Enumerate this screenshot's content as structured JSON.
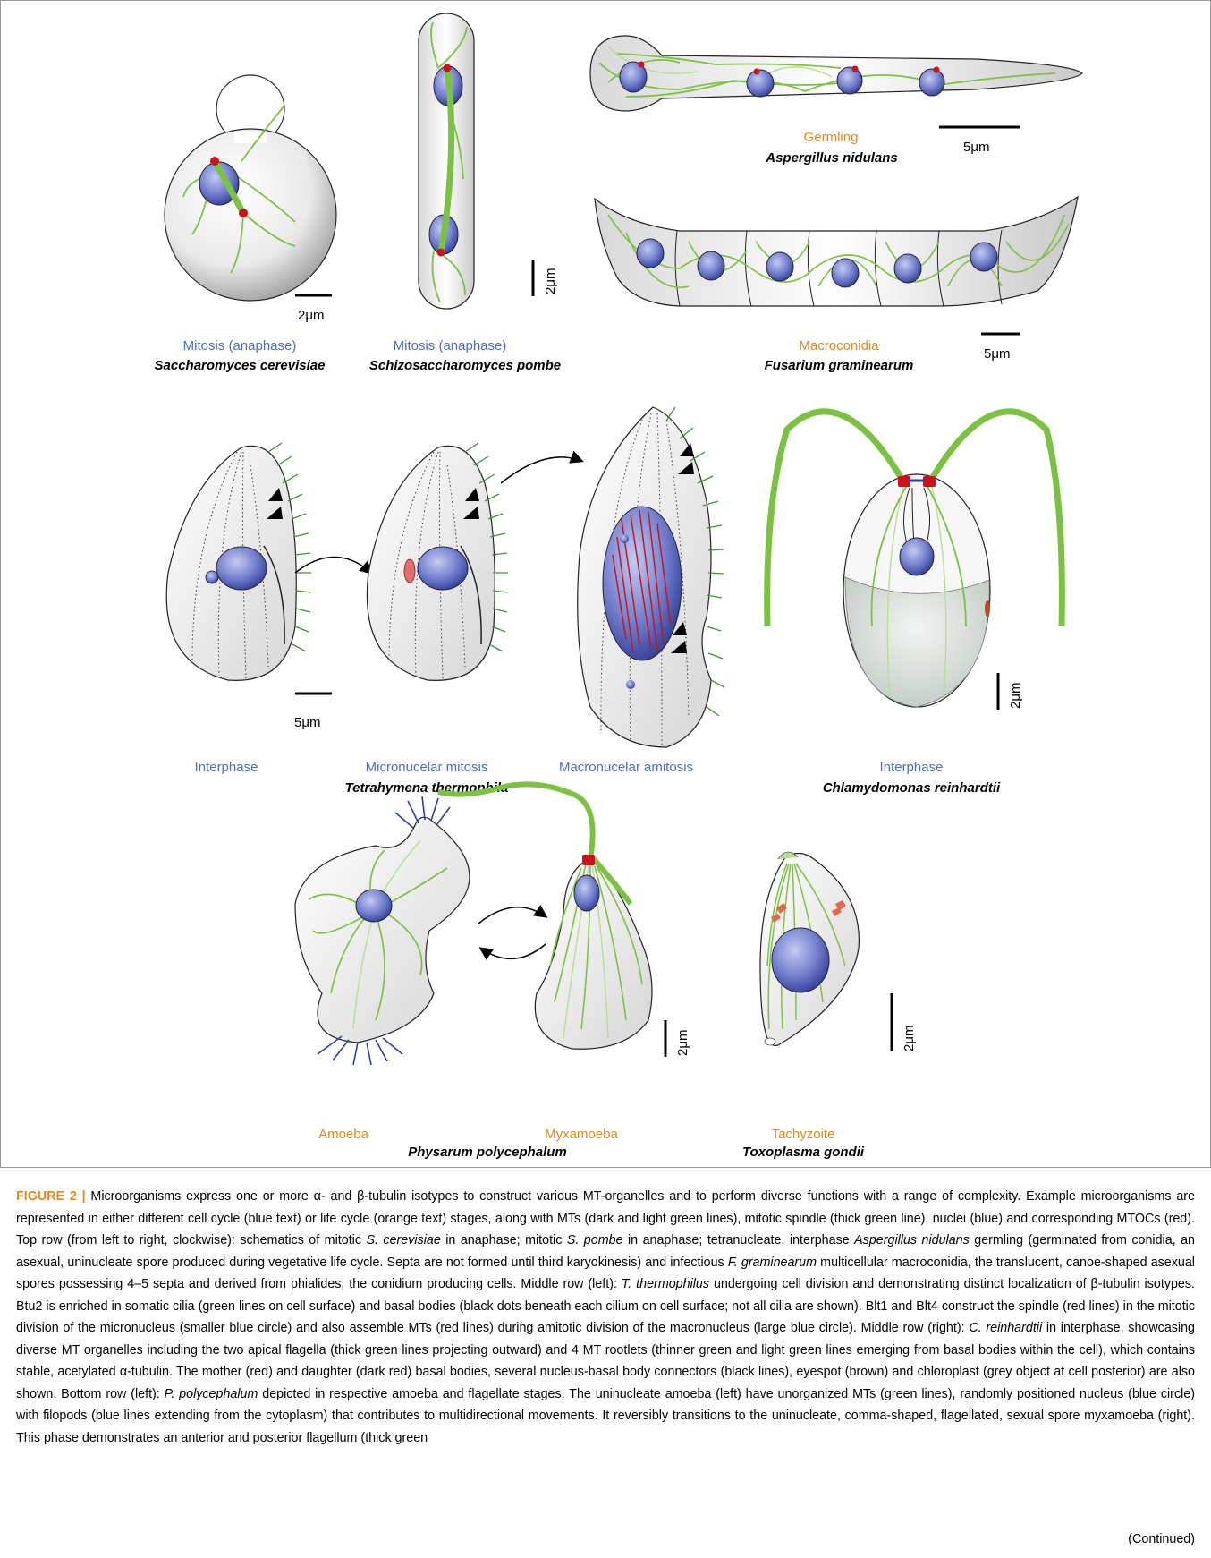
{
  "labels": {
    "cerevisiae_stage": "Mitosis (anaphase)",
    "cerevisiae_species": "Saccharomyces cerevisiae",
    "cerevisiae_scale": "2μm",
    "pombe_stage": "Mitosis (anaphase)",
    "pombe_species": "Schizosaccharomyces pombe",
    "pombe_scale": "2μm",
    "aspergillus_stage": "Germling",
    "aspergillus_species": "Aspergillus nidulans",
    "aspergillus_scale": "5μm",
    "fusarium_stage": "Macroconidia",
    "fusarium_species": "Fusarium graminearum",
    "fusarium_scale": "5μm",
    "tetra_interphase": "Interphase",
    "tetra_micro": "Micronucelar mitosis",
    "tetra_macro": "Macronucelar amitosis",
    "tetra_species": "Tetrahymena thermophila",
    "tetra_scale": "5μm",
    "chlamy_stage": "Interphase",
    "chlamy_species": "Chlamydomonas reinhardtii",
    "chlamy_scale": "2μm",
    "physarum_amoeba": "Amoeba",
    "physarum_myxamoeba": "Myxamoeba",
    "physarum_species": "Physarum polycephalum",
    "physarum_scale": "2μm",
    "toxo_stage": "Tachyzoite",
    "toxo_species": "Toxoplasma gondii",
    "toxo_scale": "2μm"
  },
  "caption": {
    "figure_id": "FIGURE 2 |",
    "part1": " Microorganisms express one or more α- and β-tubulin isotypes to construct various MT-organelles and to perform diverse functions with a range of complexity. Example microorganisms are represented in either different cell cycle (blue text) or life cycle (orange text) stages, along with MTs (dark and light green lines), mitotic spindle (thick green line), nuclei (blue) and corresponding MTOCs (red). Top row (from left to right, clockwise): schematics of mitotic ",
    "it1": "S. cerevisiae",
    "part2": " in anaphase; mitotic ",
    "it2": "S. pombe",
    "part3": " in anaphase; tetranucleate, interphase ",
    "it3": "Aspergillus nidulans",
    "part4": " germling (germinated from conidia, an asexual, uninucleate spore produced during vegetative life cycle. Septa are not formed until third karyokinesis) and infectious ",
    "it4": "F. graminearum",
    "part5": " multicellular macroconidia, the translucent, canoe-shaped asexual spores possessing 4–5 septa and derived from phialides, the conidium producing cells. Middle row (left): ",
    "it5": "T. thermophilus",
    "part6": " undergoing cell division and demonstrating distinct localization of β-tubulin isotypes. Btu2 is enriched in somatic cilia (green lines on cell surface) and basal bodies (black dots beneath each cilium on cell surface; not all cilia are shown). Blt1 and Blt4 construct the spindle (red lines) in the mitotic division of the micronucleus (smaller blue circle) and also assemble MTs (red lines) during amitotic division of the macronucleus (large blue circle). Middle row (right): ",
    "it6": "C. reinhardtii",
    "part7": " in interphase, showcasing diverse MT organelles including the two apical flagella (thick green lines projecting outward) and 4 MT rootlets (thinner green and light green lines emerging from basal bodies within the cell), which contains stable, acetylated α-tubulin. The mother (red) and daughter (dark red) basal bodies, several nucleus-basal body connectors (black lines), eyespot (brown) and chloroplast (grey object at cell posterior) are also shown. Bottom row (left): ",
    "it7": "P. polycephalum",
    "part8": " depicted in respective amoeba and flagellate stages. The uninucleate amoeba (left) have unorganized MTs (green lines), randomly positioned nucleus (blue circle) with filopods (blue lines extending from the cytoplasm) that contributes to multidirectional movements. It reversibly transitions to the uninucleate, comma-shaped, flagellated, sexual spore myxamoeba (right). This phase demonstrates an anterior and posterior flagellum (thick green",
    "continued": "(Continued)"
  },
  "colors": {
    "mt_green": "#7cc242",
    "light_green": "#b9dd8f",
    "nucleus_blue": "#5d6fc4",
    "mtoc_red": "#d0101a",
    "stage_blue": "#4a6fc0",
    "stage_orange": "#e08a1e",
    "cilia_green": "#3f8f3a",
    "filopod_blue": "#2c3fa0"
  }
}
